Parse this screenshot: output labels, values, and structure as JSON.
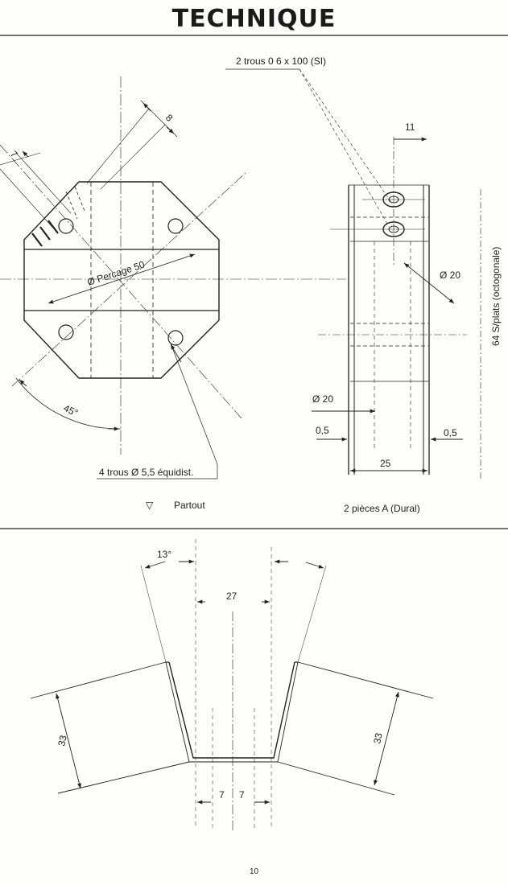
{
  "header": {
    "title": "TECHNIQUE"
  },
  "top_drawing": {
    "holes_label": "2 trous 0 6 x 100 (SI)",
    "dim_8": "8",
    "dim_7": "7",
    "percage_label": "Ø Percage 50",
    "angle_45": "45°",
    "four_holes_label": "4 trous Ø 5,5 équidist.",
    "finish_symbol": "▽",
    "finish_label": "Partout",
    "dim_11": "11",
    "dim_d20_side": "Ø 20",
    "flats_label": "64 S/plats (octogonale)",
    "dim_d20_left": "Ø 20",
    "dim_05_left": "0,5",
    "dim_05_right": "0,5",
    "dim_25": "25",
    "pieces_label": "2 pièces A (Dural)"
  },
  "bottom_drawing": {
    "angle_13": "13°",
    "dim_27": "27",
    "dim_33_left": "33",
    "dim_33_right": "33",
    "dim_7_left": "7",
    "dim_7_right": "7"
  },
  "footer": {
    "page_number": "10"
  }
}
